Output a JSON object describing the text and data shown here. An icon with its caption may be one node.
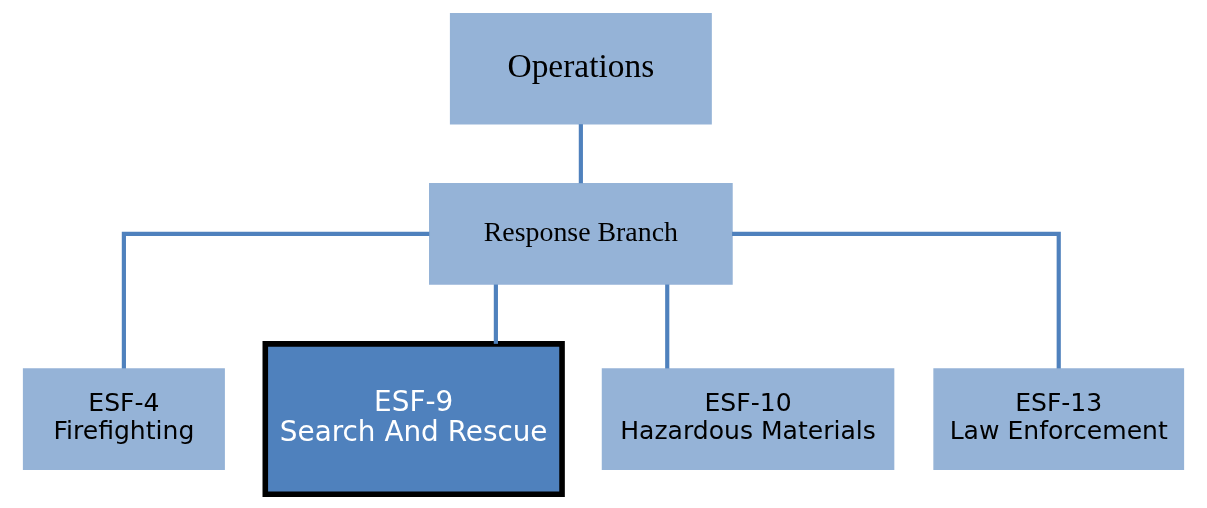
{
  "diagram": {
    "nodes": [
      {
        "text": [
          "Operations"
        ]
      },
      {
        "text": [
          "Response Branch"
        ]
      },
      {
        "text": [
          "ESF-4",
          "Firefighting"
        ]
      },
      {
        "text": [
          "ESF-9",
          "Search And Rescue"
        ]
      },
      {
        "text": [
          "ESF-10",
          "Hazardous Materials"
        ]
      },
      {
        "text": [
          "ESF-13",
          "Law Enforcement"
        ]
      }
    ],
    "edges": [
      {
        "from": 0,
        "to": 1,
        "arrow": "none"
      },
      {
        "from": 1,
        "to": 2,
        "arrow": "none"
      },
      {
        "from": 1,
        "to": 3,
        "arrow": "none"
      },
      {
        "from": 1,
        "to": 4,
        "arrow": "none"
      },
      {
        "from": 1,
        "to": 5,
        "arrow": "none"
      }
    ]
  }
}
